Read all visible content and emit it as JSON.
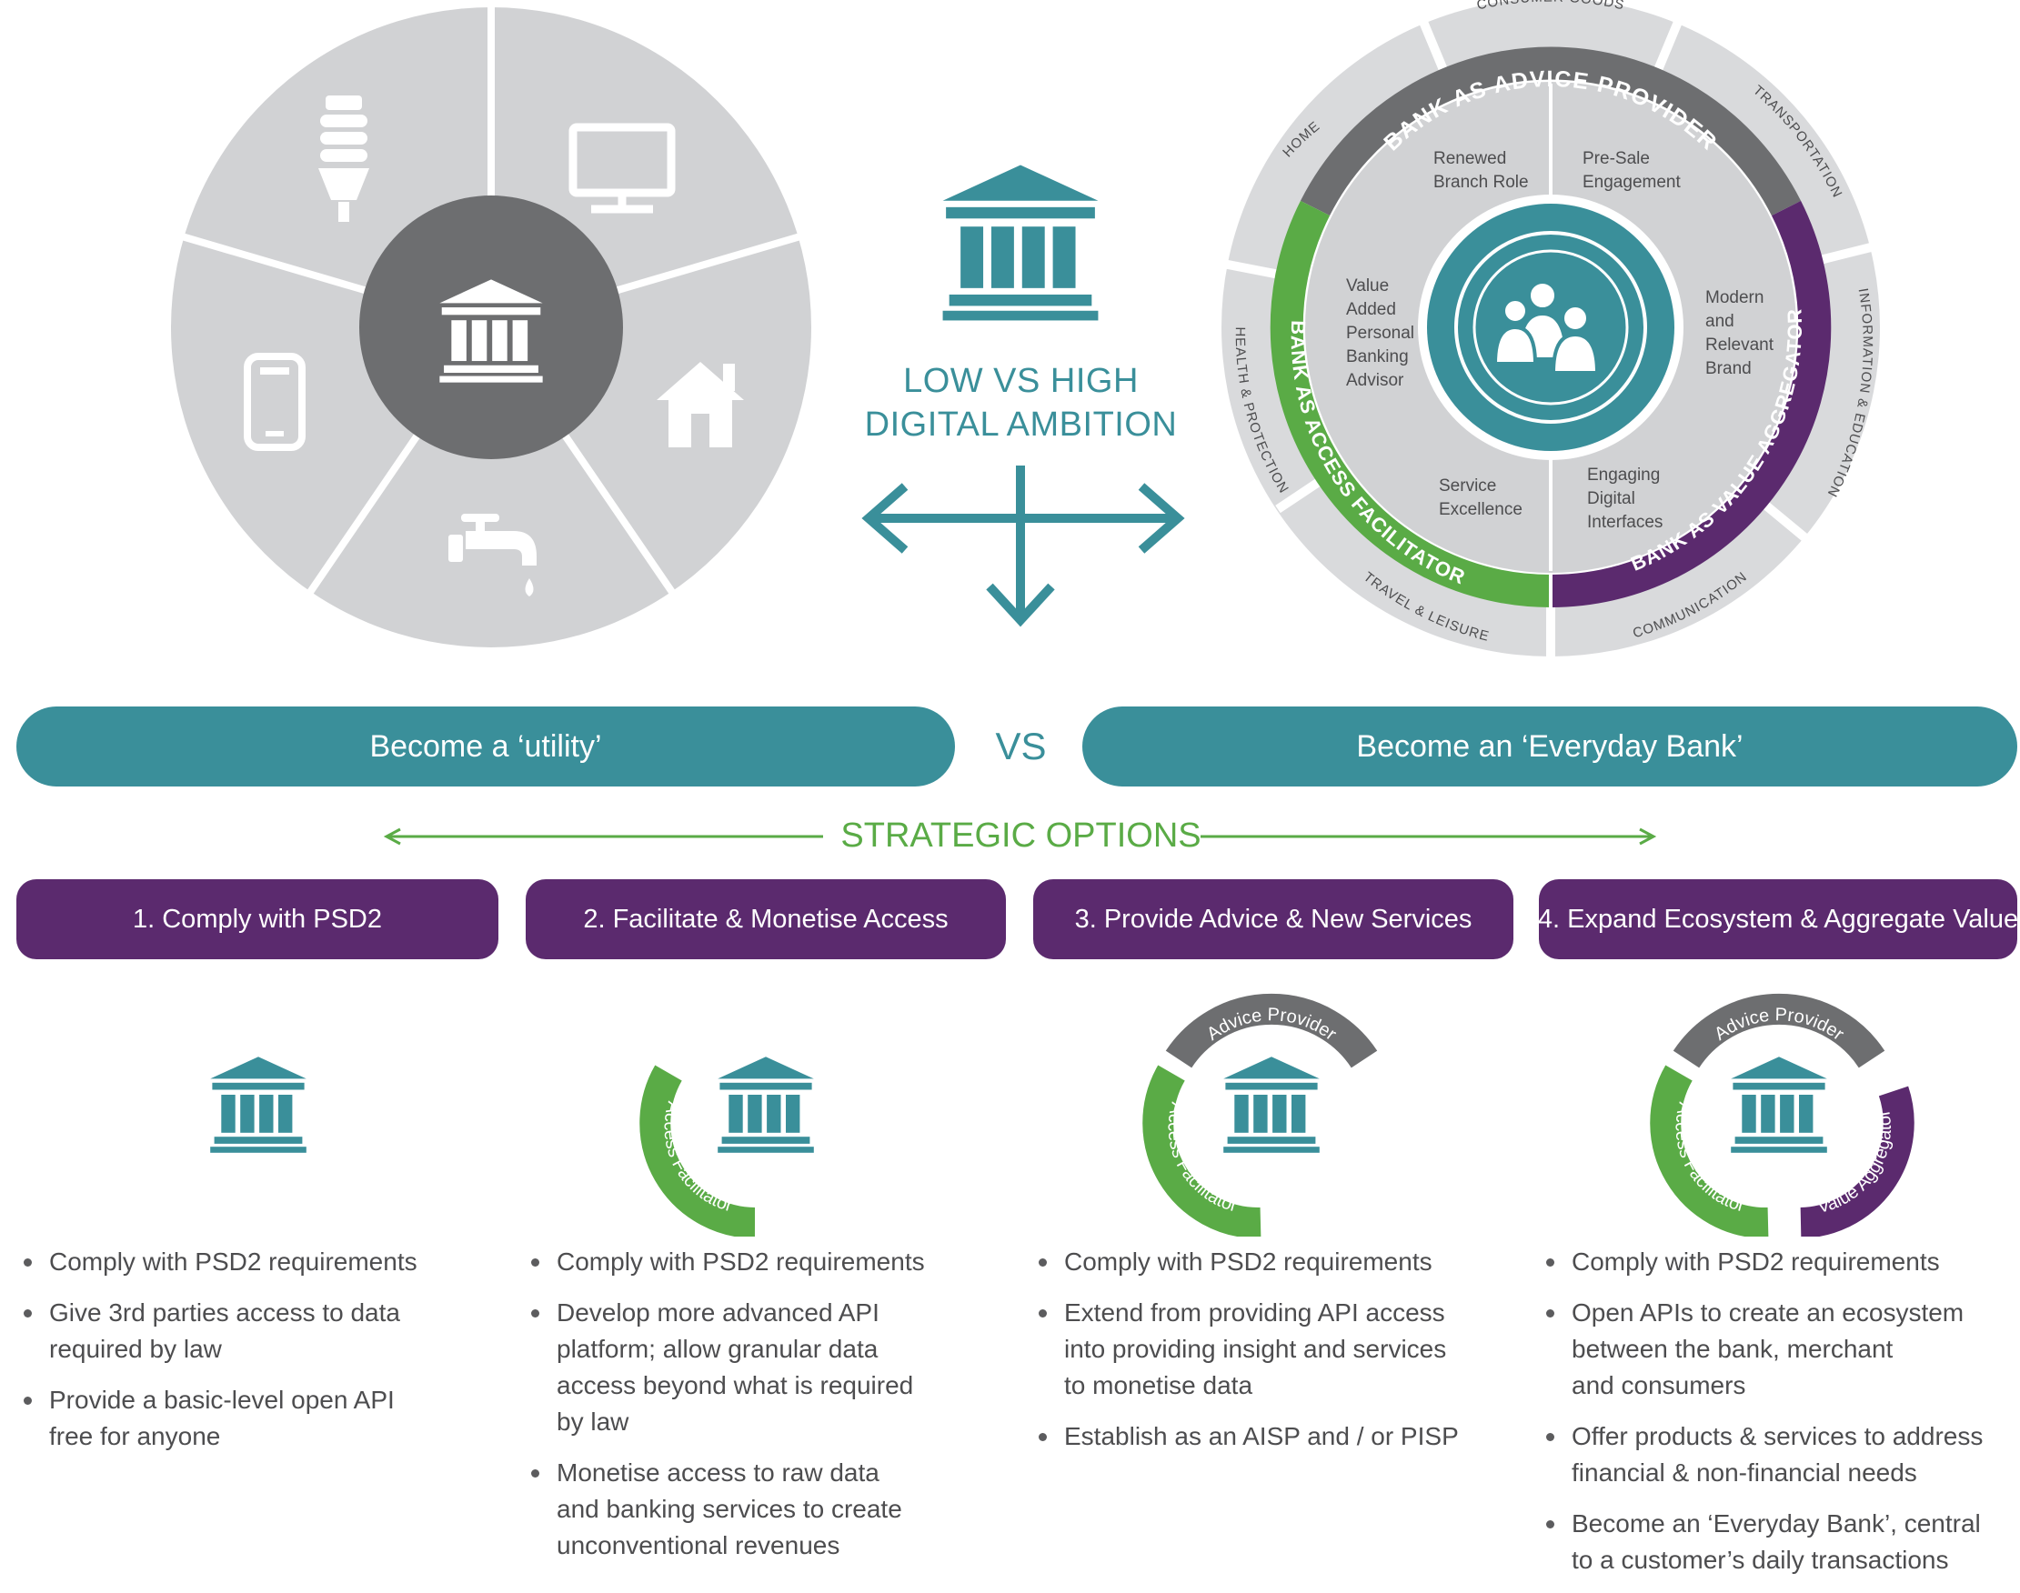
{
  "colors": {
    "teal": "#3a8f9a",
    "purple": "#5b2a6e",
    "green": "#5aab46",
    "dark_gray": "#6d6e70",
    "light_gray": "#d1d2d4",
    "mid_gray": "#c4c5c7"
  },
  "left_wheel": {
    "center_icon": "bank-icon",
    "segments": [
      "lightbulb-icon",
      "monitor-icon",
      "house-icon",
      "faucet-icon",
      "smartphone-icon"
    ]
  },
  "center": {
    "icon": "bank-icon",
    "title_line1": "LOW VS HIGH",
    "title_line2": "DIGITAL AMBITION",
    "arrows_icon": "three-way-arrow-icon"
  },
  "right_wheel": {
    "center_icon": "people-icon",
    "outer_sectors": [
      "CONSUMER GOODS",
      "TRANSPORTATION",
      "INFORMATION & EDUCATION",
      "COMMUNICATION",
      "TRAVEL & LEISURE",
      "HEALTH & PROTECTION",
      "HOME"
    ],
    "rings": {
      "advice": "BANK AS ADVICE PROVIDER",
      "access": "BANK AS ACCESS FACILITATOR",
      "value": "BANK AS VALUE AGGREGATOR"
    },
    "inner_labels": {
      "renewed": [
        "Renewed",
        "Branch Role"
      ],
      "presale": [
        "Pre-Sale",
        "Engagement"
      ],
      "modern": [
        "Modern",
        "and",
        "Relevant",
        "Brand"
      ],
      "engaging": [
        "Engaging",
        "Digital",
        "Interfaces"
      ],
      "service": [
        "Service",
        "Excellence"
      ],
      "value_added": [
        "Value",
        "Added",
        "Personal",
        "Banking",
        "Advisor"
      ]
    }
  },
  "pills": {
    "left": "Become a ‘utility’",
    "vs": "VS",
    "right": "Become an ‘Everyday Bank’"
  },
  "strategic_options": "STRATEGIC OPTIONS",
  "ring_labels": {
    "advice_provider": "Advice Provider",
    "access_facilitator": "Access Facilitator",
    "value_aggregator": "Value Aggregator"
  },
  "options": [
    {
      "title": "1. Comply with PSD2",
      "bullets": [
        [
          "Comply with PSD2 requirements"
        ],
        [
          "Give 3rd parties access to data",
          "required by law"
        ],
        [
          "Provide a basic-level open API",
          "free for anyone"
        ]
      ]
    },
    {
      "title": "2. Facilitate & Monetise Access",
      "bullets": [
        [
          "Comply with PSD2 requirements"
        ],
        [
          "Develop more advanced API",
          "platform; allow granular data",
          "access beyond what is required",
          "by law"
        ],
        [
          "Monetise access to raw data",
          "and banking services to create",
          "unconventional revenues"
        ]
      ]
    },
    {
      "title": "3. Provide Advice & New Services",
      "bullets": [
        [
          "Comply with PSD2 requirements"
        ],
        [
          "Extend from providing API access",
          "into providing insight and services",
          "to monetise data"
        ],
        [
          "Establish as an AISP and / or PISP"
        ]
      ]
    },
    {
      "title": "4. Expand Ecosystem & Aggregate Value",
      "bullets": [
        [
          "Comply with PSD2 requirements"
        ],
        [
          "Open APIs to create an ecosystem",
          "between the bank, merchant",
          "and consumers"
        ],
        [
          "Offer products & services to address",
          "financial & non-financial needs"
        ],
        [
          "Become an ‘Everyday Bank’, central",
          "to a customer’s daily transactions"
        ]
      ]
    }
  ]
}
